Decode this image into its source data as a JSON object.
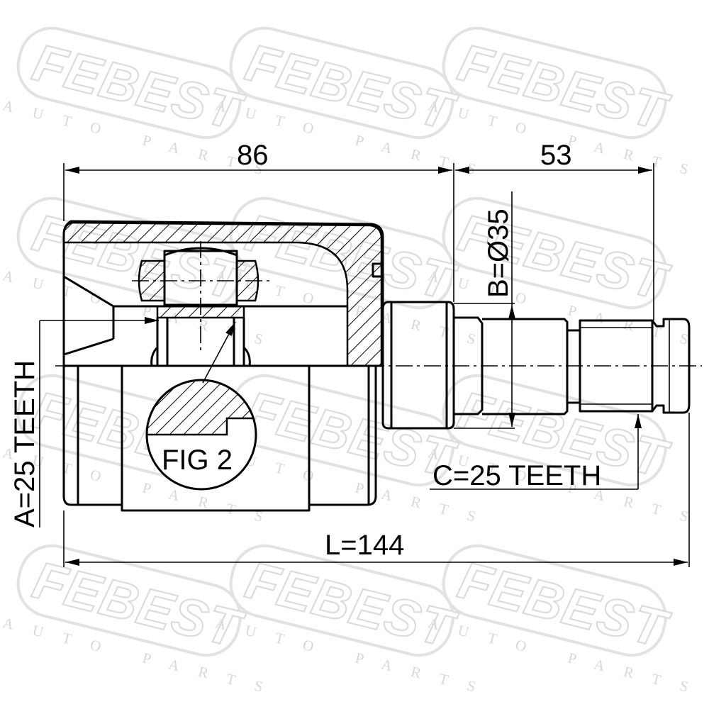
{
  "watermark": {
    "brand": "FEBEST",
    "tagline": "AUTO PARTS"
  },
  "dimensions": {
    "housing_length": "86",
    "shaft_length": "53",
    "overall_length": "L=144",
    "diameter_b": "B=Ø35",
    "teeth_a": "A=25 TEETH",
    "teeth_c": "C=25 TEETH"
  },
  "figure": {
    "detail_label": "FIG 2"
  }
}
